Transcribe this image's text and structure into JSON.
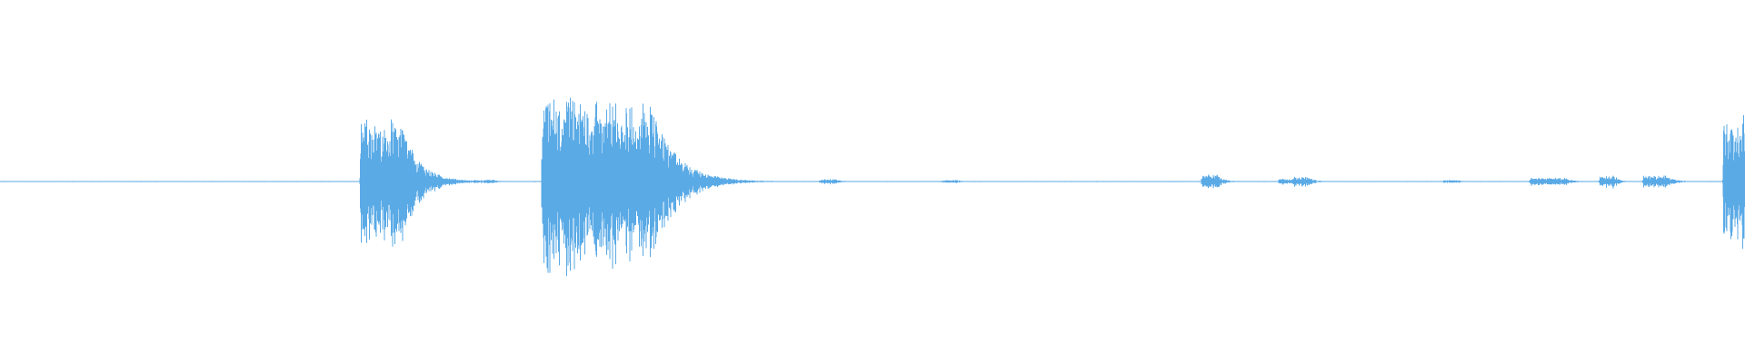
{
  "waveform": {
    "color": "#5aaae6",
    "background": "#ffffff",
    "baseline": 0.0,
    "amplitude_range": [
      -1,
      1
    ],
    "events": [
      {
        "time": 0.207,
        "peak": 0.52,
        "decay": 0.01,
        "dur": 0.022
      },
      {
        "time": 0.234,
        "peak": 0.05,
        "decay": 0.004,
        "dur": 0.008
      },
      {
        "time": 0.272,
        "peak": 0.015,
        "decay": 0.004,
        "dur": 0.01
      },
      {
        "time": 0.311,
        "peak": 0.7,
        "decay": 0.014,
        "dur": 0.06
      },
      {
        "time": 0.361,
        "peak": 0.06,
        "decay": 0.006,
        "dur": 0.03
      },
      {
        "time": 0.47,
        "peak": 0.02,
        "decay": 0.004,
        "dur": 0.008
      },
      {
        "time": 0.54,
        "peak": 0.012,
        "decay": 0.004,
        "dur": 0.008
      },
      {
        "time": 0.689,
        "peak": 0.06,
        "decay": 0.004,
        "dur": 0.008
      },
      {
        "time": 0.733,
        "peak": 0.025,
        "decay": 0.004,
        "dur": 0.01
      },
      {
        "time": 0.741,
        "peak": 0.04,
        "decay": 0.004,
        "dur": 0.008
      },
      {
        "time": 0.827,
        "peak": 0.012,
        "decay": 0.004,
        "dur": 0.008
      },
      {
        "time": 0.877,
        "peak": 0.03,
        "decay": 0.004,
        "dur": 0.02
      },
      {
        "time": 0.917,
        "peak": 0.05,
        "decay": 0.003,
        "dur": 0.008
      },
      {
        "time": 0.942,
        "peak": 0.05,
        "decay": 0.005,
        "dur": 0.012
      },
      {
        "time": 0.988,
        "peak": 0.58,
        "decay": 0.03,
        "dur": 0.012
      }
    ]
  }
}
